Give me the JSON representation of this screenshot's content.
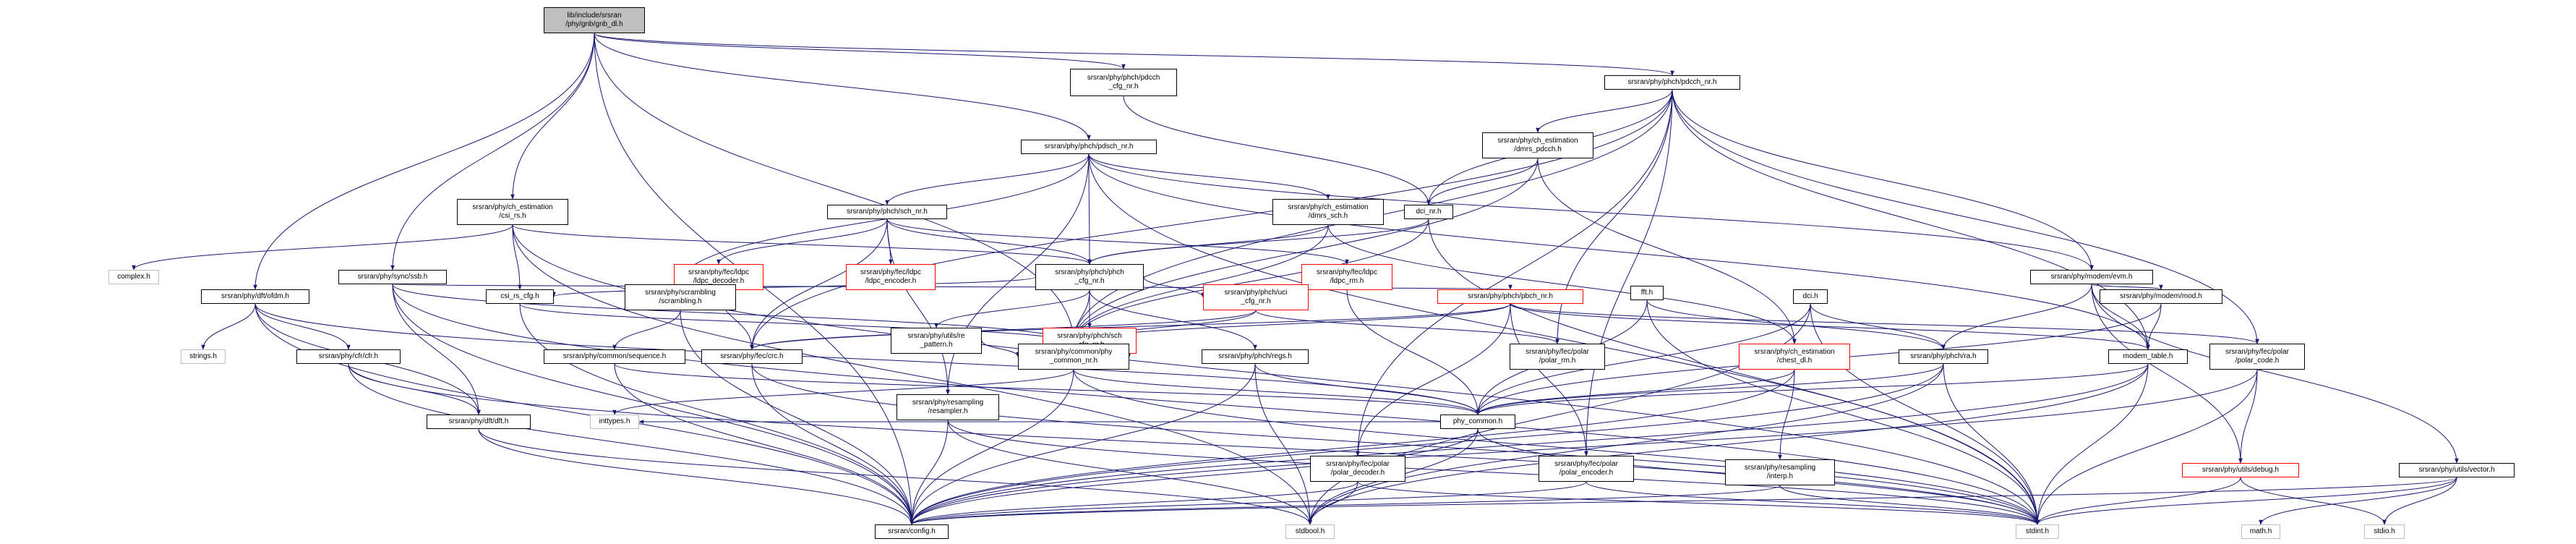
{
  "colors": {
    "edge": "#191970",
    "node_border": "#000000",
    "root_fill": "#bfbfbf",
    "system_border": "#bfbfbf",
    "undocumented_border": "#ff0000"
  },
  "nodes": {
    "root": "lib/include/srsran\n/phy/gnb/gnb_dl.h",
    "pdcch_cfg": "srsran/phy/phch/pdcch\n_cfg_nr.h",
    "pdcch_nr": "srsran/phy/phch/pdcch_nr.h",
    "dmrs_pdcch": "srsran/phy/ch_estimation\n/dmrs_pdcch.h",
    "pdsch_nr": "srsran/phy/phch/pdsch_nr.h",
    "csi_rs": "srsran/phy/ch_estimation\n/csi_rs.h",
    "sch_nr": "srsran/phy/phch/sch_nr.h",
    "dmrs_sch": "srsran/phy/ch_estimation\n/dmrs_sch.h",
    "dci_nr": "dci_nr.h",
    "complex": "complex.h",
    "ldpc_decoder": "srsran/phy/fec/ldpc\n/ldpc_decoder.h",
    "ldpc_encoder": "srsran/phy/fec/ldpc\n/ldpc_encoder.h",
    "ldpc_rm": "srsran/phy/fec/ldpc\n/ldpc_rm.h",
    "ssb": "srsran/phy/sync/ssb.h",
    "phch_cfg": "srsran/phy/phch/phch\n_cfg_nr.h",
    "evm": "srsran/phy/modem/evm.h",
    "fft": "fft.h",
    "ofdm": "srsran/phy/dft/ofdm.h",
    "csi_rs_cfg": "csi_rs_cfg.h",
    "scrambling": "srsran/phy/scrambling\n/scrambling.h",
    "re_pattern": "srsran/phy/utils/re\n_pattern.h",
    "sch_cfg": "srsran/phy/phch/sch\n_cfg_nr.h",
    "uci_cfg": "srsran/phy/phch/uci\n_cfg_nr.h",
    "pbch_nr": "srsran/phy/phch/pbch_nr.h",
    "dci": "dci.h",
    "mod": "srsran/phy/modem/mod.h",
    "strings": "strings.h",
    "cfr": "srsran/phy/cfr/cfr.h",
    "sequence": "srsran/phy/common/sequence.h",
    "crc": "srsran/phy/fec/crc.h",
    "phy_common_nr": "srsran/phy/common/phy\n_common_nr.h",
    "resampler": "srsran/phy/resampling\n/resampler.h",
    "regs": "srsran/phy/phch/regs.h",
    "polar_rm": "srsran/phy/fec/polar\n/polar_rm.h",
    "chest_dl": "srsran/phy/ch_estimation\n/chest_dl.h",
    "ra": "srsran/phy/phch/ra.h",
    "modem_table": "modem_table.h",
    "polar_code": "srsran/phy/fec/polar\n/polar_code.h",
    "inttypes": "inttypes.h",
    "dft": "srsran/phy/dft/dft.h",
    "polar_decoder": "srsran/phy/fec/polar\n/polar_decoder.h",
    "phy_common": "phy_common.h",
    "polar_encoder": "srsran/phy/fec/polar\n/polar_encoder.h",
    "interp": "srsran/phy/resampling\n/interp.h",
    "debug": "srsran/phy/utils/debug.h",
    "vector": "srsran/phy/utils/vector.h",
    "config": "srsran/config.h",
    "stdbool": "stdbool.h",
    "stdint": "stdint.h",
    "math": "math.h",
    "stdio": "stdio.h"
  }
}
